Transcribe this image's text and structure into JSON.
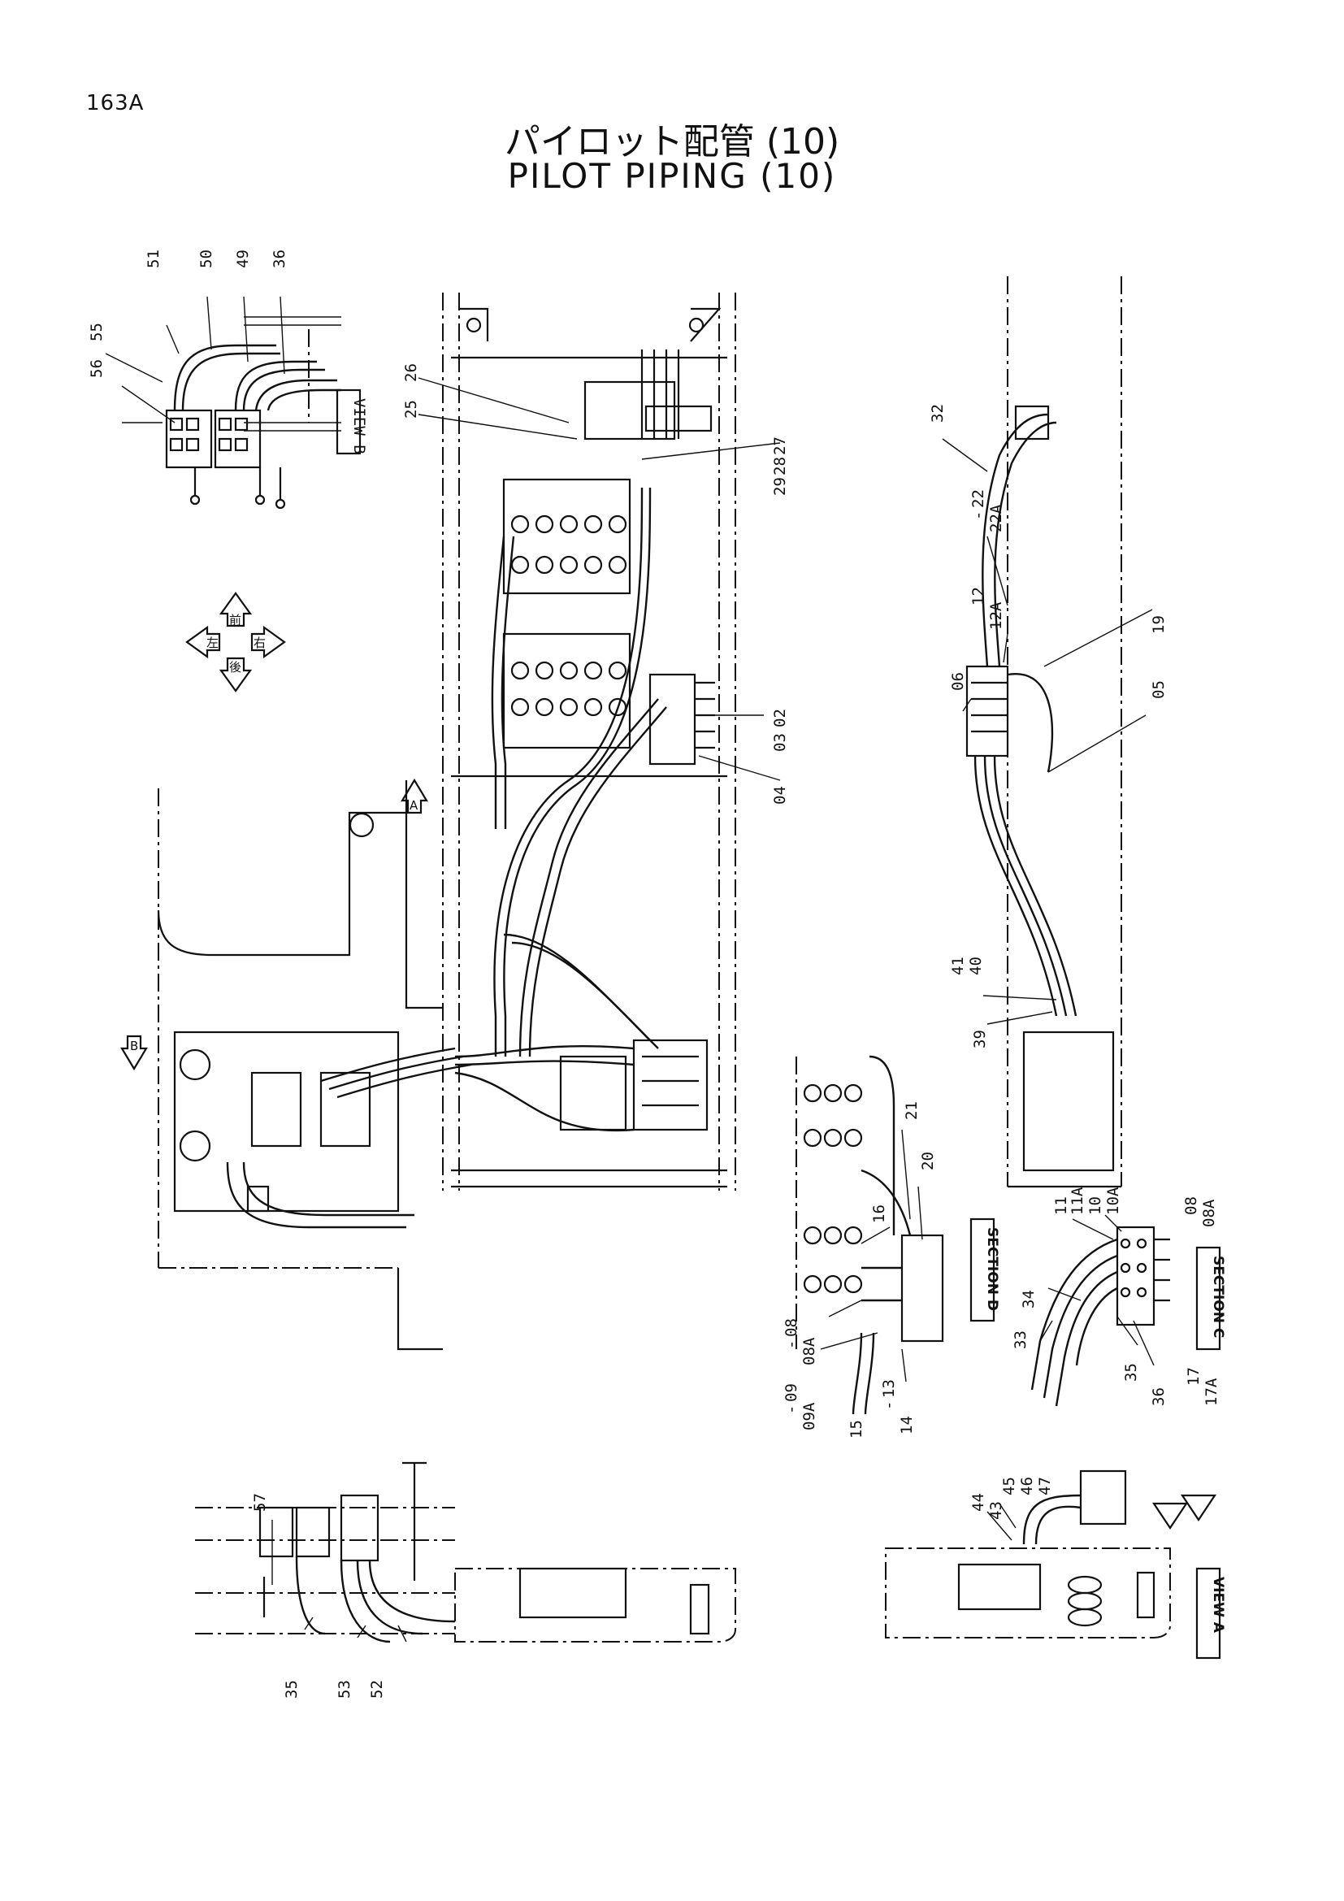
{
  "page": {
    "code": "163A",
    "title_jp": "パイロット配管 (10)",
    "title_en": "PILOT PIPING (10)"
  },
  "views": {
    "view_b": "VIEW B",
    "view_a": "VIEW A",
    "section_c": "SECTION C",
    "section_d": "SECTION D",
    "arrow_a": "A",
    "arrow_b": "B"
  },
  "direction_marks": {
    "front": "前",
    "back": "後",
    "left": "左",
    "right": "右"
  },
  "part_numbers": {
    "p51": "51",
    "p50": "50",
    "p49": "49",
    "p36a": "36",
    "p55": "55",
    "p56": "56",
    "p26": "26",
    "p25": "25",
    "p27": "27",
    "p28": "28",
    "p29": "29",
    "p02": "02",
    "p03": "03",
    "p04": "04",
    "p32": "32",
    "p22": "22",
    "p22a": "22A",
    "p12": "12",
    "p12a": "12A",
    "p06": "06",
    "p19": "19",
    "p05": "05",
    "p41": "41",
    "p40": "40",
    "p39": "39",
    "p21": "21",
    "p20": "20",
    "p16": "16",
    "p08": "08",
    "p08a": "08A",
    "p09": "09",
    "p09a": "09A",
    "p15": "15",
    "p13": "13",
    "p14": "14",
    "p11": "11",
    "p11a": "11A",
    "p10": "10",
    "p10a": "10A",
    "p08c": "08",
    "p08ac": "08A",
    "p34": "34",
    "p33": "33",
    "p35c": "35",
    "p36c": "36",
    "p17": "17",
    "p17a": "17A",
    "p45": "45",
    "p46": "46",
    "p47": "47",
    "p44": "44",
    "p43": "43",
    "p57": "57",
    "p35b": "35",
    "p53": "53",
    "p52": "52",
    "dash": "-"
  }
}
